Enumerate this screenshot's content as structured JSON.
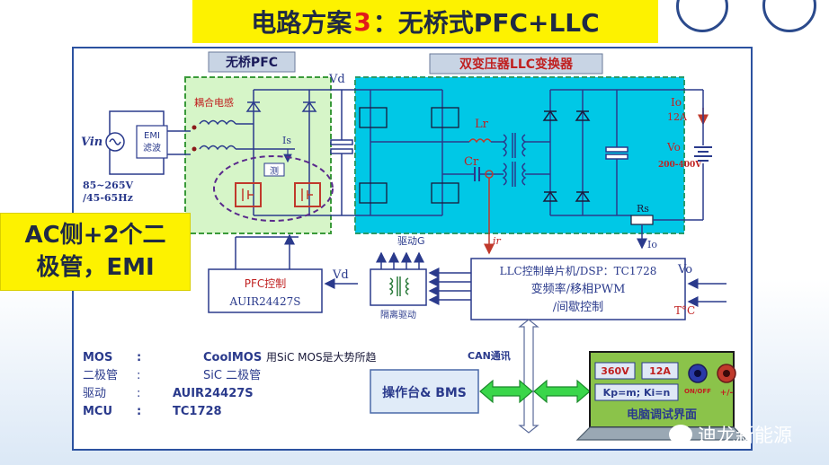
{
  "title": {
    "prefix": "电路方案",
    "number": "3",
    "suffix": "：无桥式PFC+LLC"
  },
  "callout": {
    "line1": "AC侧+2个二",
    "line2": "极管，EMI"
  },
  "pfc": {
    "header": "无桥PFC",
    "coupled_inductor": "耦合电感",
    "is_label": "Is",
    "measure": "测",
    "vd_label": "Vd",
    "control_label": "PFC控制",
    "control_chip": "AUIR24427S",
    "control_vd": "Vd"
  },
  "source": {
    "vin": "Vin",
    "range1": "85~265V",
    "range2": "/45-65Hz",
    "emi_line1": "EMI",
    "emi_line2": "滤波"
  },
  "llc": {
    "header": "双变压器LLC变换器",
    "lr": "Lr",
    "cr": "Cr",
    "io": "Io",
    "io_value": "12A",
    "vo": "Vo",
    "vo_range": "200-400V",
    "rs": "Rs",
    "ir": "ir",
    "io_sense": "Io"
  },
  "drive": {
    "label_g": "驱动G",
    "isolated": "隔离驱动"
  },
  "controller": {
    "line1": "LLC控制单片机/DSP：TC1728",
    "line2": "变频率/移相PWM",
    "line3": "/间歇控制",
    "vo_in": "Vo",
    "temp_in": "T°C"
  },
  "bus": {
    "can": "CAN通讯",
    "console": "操作台& BMS"
  },
  "pc": {
    "v_value": "360V",
    "a_value": "12A",
    "kp_ki": "Kp=m; Ki=n",
    "onoff": "ON/OFF",
    "plusminus": "+/-",
    "caption": "电脑调试界面"
  },
  "specs": [
    {
      "key": "MOS",
      "sep": ":",
      "value": "CoolMOS",
      "note": "用SiC MOS是大势所趋"
    },
    {
      "key": "二极管",
      "sep": ":",
      "value": "SiC 二极管",
      "note": ""
    },
    {
      "key": "驱动",
      "sep": ":",
      "value": "AUIR24427S",
      "note": ""
    },
    {
      "key": "MCU",
      "sep": ":",
      "value": "TC1728",
      "note": ""
    }
  ],
  "watermark": "迪龙新能源",
  "colors": {
    "banner": "#fdf200",
    "pfc_zone": "#d6f5c8",
    "llc_zone": "#00c8e6",
    "wire": "#2a3a8c",
    "red_signal": "#c0392b",
    "pc_green": "#8bc34a"
  }
}
